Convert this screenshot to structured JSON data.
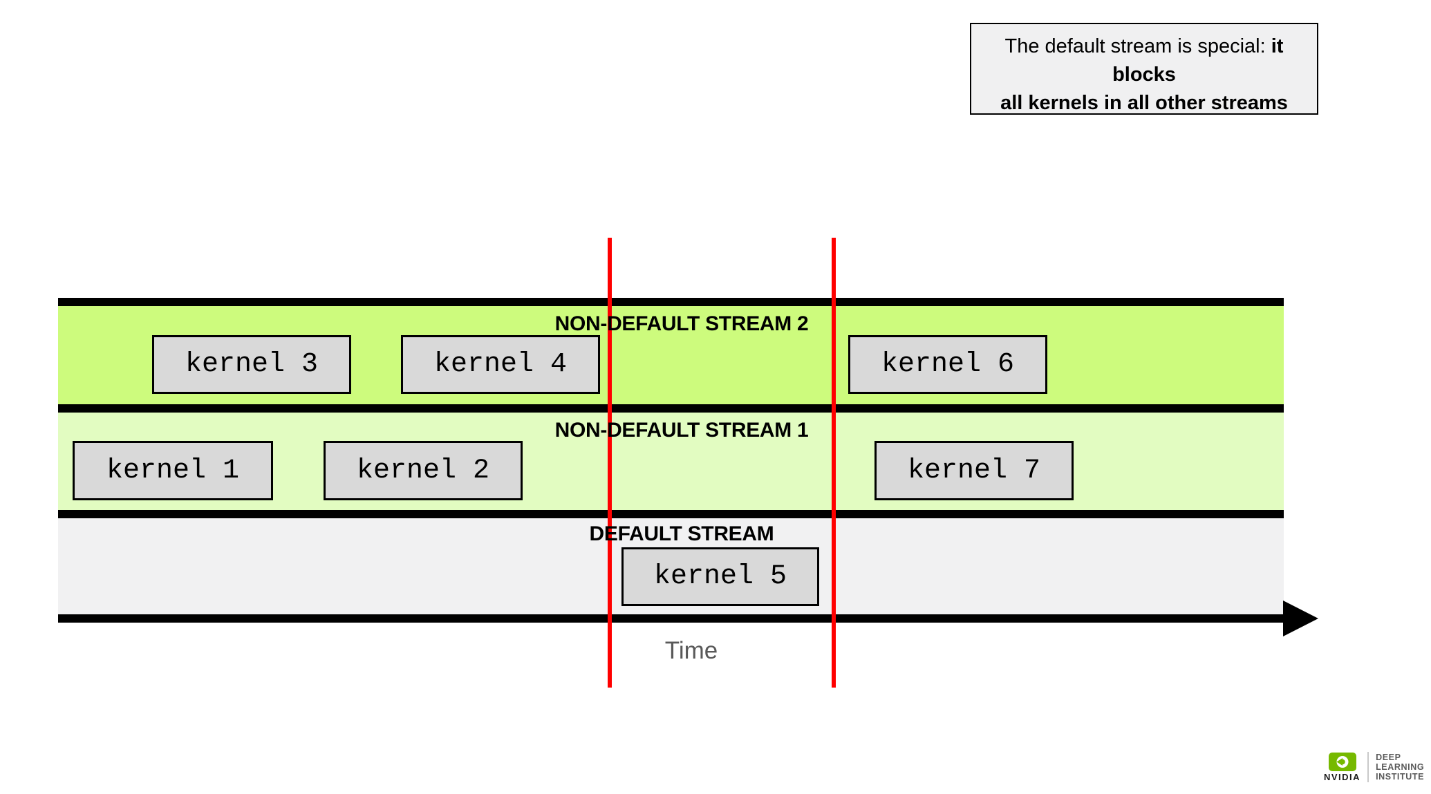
{
  "callout": {
    "regular": "The default stream is special: ",
    "bold_line1": "it blocks",
    "bold_line2": "all kernels in all other streams"
  },
  "streams": [
    {
      "label": "NON-DEFAULT STREAM 2",
      "kernels": [
        {
          "label": "kernel 3"
        },
        {
          "label": "kernel 4"
        },
        {
          "label": "kernel 6"
        }
      ]
    },
    {
      "label": "NON-DEFAULT STREAM 1",
      "kernels": [
        {
          "label": "kernel 1"
        },
        {
          "label": "kernel 2"
        },
        {
          "label": "kernel 7"
        }
      ]
    },
    {
      "label": "DEFAULT STREAM",
      "kernels": [
        {
          "label": "kernel 5"
        }
      ]
    }
  ],
  "axis": {
    "label": "Time"
  },
  "colors": {
    "stream2_bg": "#cdfb7d",
    "stream1_bg": "#e2fcc1",
    "default_bg": "#f1f1f2",
    "kernel_bg": "#d9d9d9",
    "red_line": "#ff0000",
    "nvidia_green": "#76b900",
    "time_label": "#595959"
  },
  "logo": {
    "brand": "NVIDIA",
    "lines": [
      "DEEP",
      "LEARNING",
      "INSTITUTE"
    ]
  }
}
